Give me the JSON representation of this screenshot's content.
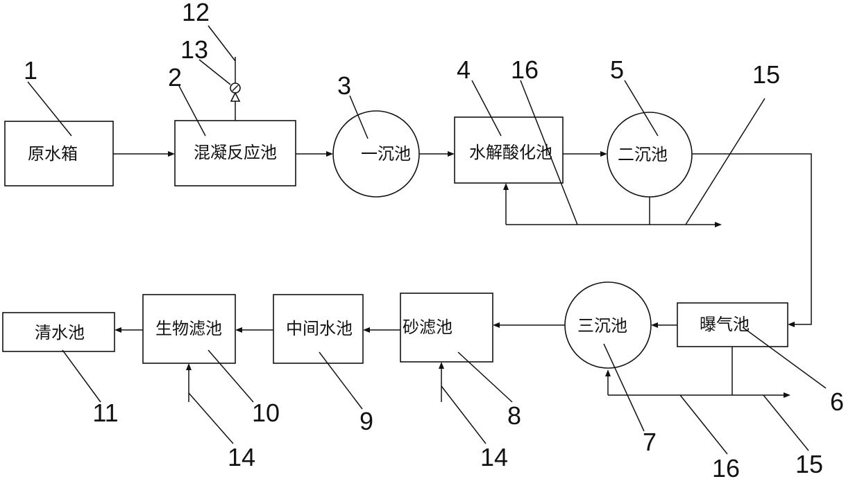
{
  "nodes": {
    "n1": {
      "label": "原水箱",
      "num": "1"
    },
    "n2": {
      "label": "混凝反应池",
      "num": "2"
    },
    "n3": {
      "label": "一沉池",
      "num": "3"
    },
    "n4": {
      "label": "水解酸化池",
      "num": "4"
    },
    "n5": {
      "label": "二沉池",
      "num": "5"
    },
    "n6": {
      "label": "曝气池",
      "num": "6"
    },
    "n7": {
      "label": "三沉池",
      "num": "7"
    },
    "n8": {
      "label": "砂滤池",
      "num": "8"
    },
    "n9": {
      "label": "中间水池",
      "num": "9"
    },
    "n10": {
      "label": "生物滤池",
      "num": "10"
    },
    "n11": {
      "label": "清水池",
      "num": "11"
    }
  },
  "refs": {
    "n12": "12",
    "n13": "13",
    "n14a": "14",
    "n14b": "14",
    "n15a": "15",
    "n15b": "15",
    "n16a": "16",
    "n16b": "16"
  }
}
